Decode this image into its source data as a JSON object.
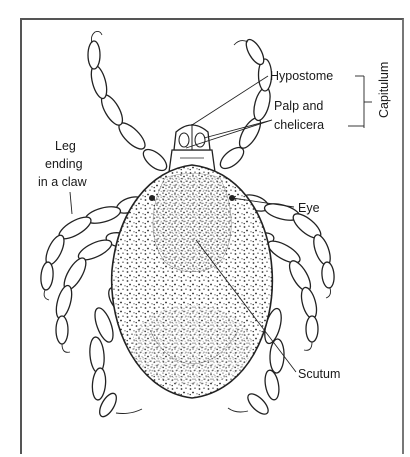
{
  "diagram": {
    "labels": {
      "hypostome": "Hypostome",
      "palp_line1": "Palp and",
      "palp_line2": "chelicera",
      "capitulum": "Capitulum",
      "leg_line1": "Leg",
      "leg_line2": "ending",
      "leg_line3": "in a claw",
      "eye": "Eye",
      "scutum": "Scutum"
    }
  }
}
